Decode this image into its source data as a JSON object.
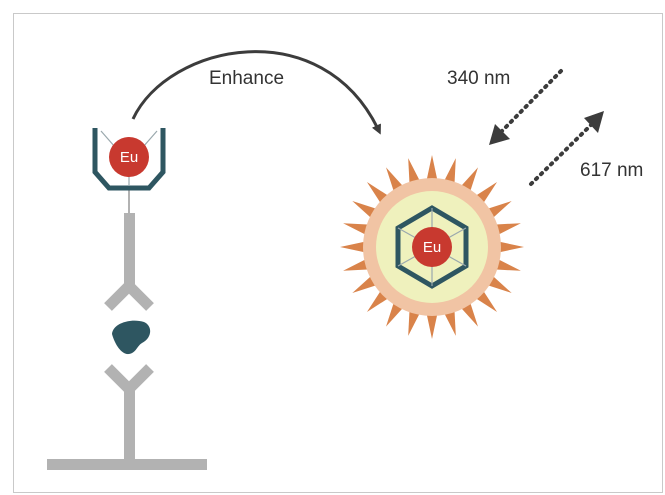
{
  "diagram": {
    "process_label": "Enhance",
    "excitation_label": "340 nm",
    "emission_label": "617 nm",
    "ion_label_left": "Eu",
    "ion_label_right": "Eu"
  },
  "colors": {
    "europium": "#c8392f",
    "chelate": "#2e5661",
    "antibody": "#b2b2b2",
    "antigen": "#2e5661",
    "sun_rays": "#d9834a",
    "sun_outer": "#f1c4a4",
    "sun_inner": "#eff1bd",
    "arrow": "#3c3c3c"
  }
}
